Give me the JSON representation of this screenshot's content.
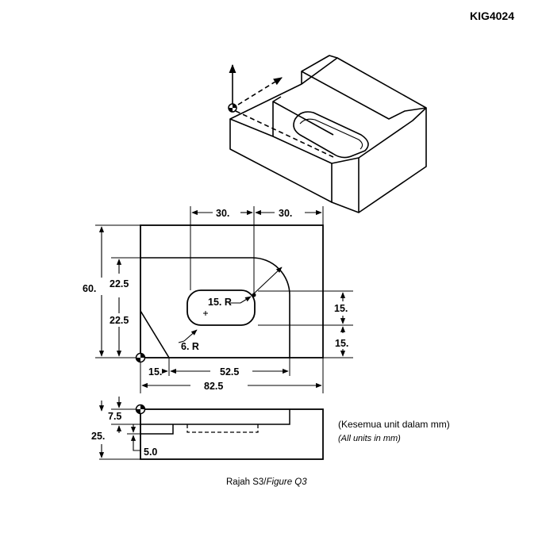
{
  "doc_code": "KIG4024",
  "labels": {
    "top_30_left": "30.",
    "top_30_right": "30.",
    "dim_60": "60.",
    "dim_225_top": "22.5",
    "dim_225_bottom": "22.5",
    "radius_15": "15. R",
    "radius_6": "6. R",
    "right_15_top": "15.",
    "right_15_bottom": "15.",
    "bottom_15": "15.",
    "bottom_525": "52.5",
    "bottom_825": "82.5",
    "side_75": "7.5",
    "side_25": "25.",
    "side_50": "5.0"
  },
  "note": {
    "malay": "(Kesemua unit dalam mm)",
    "english": "(All units in mm)"
  },
  "caption": {
    "malay": "Rajah S3/",
    "english": "Figure Q3"
  }
}
